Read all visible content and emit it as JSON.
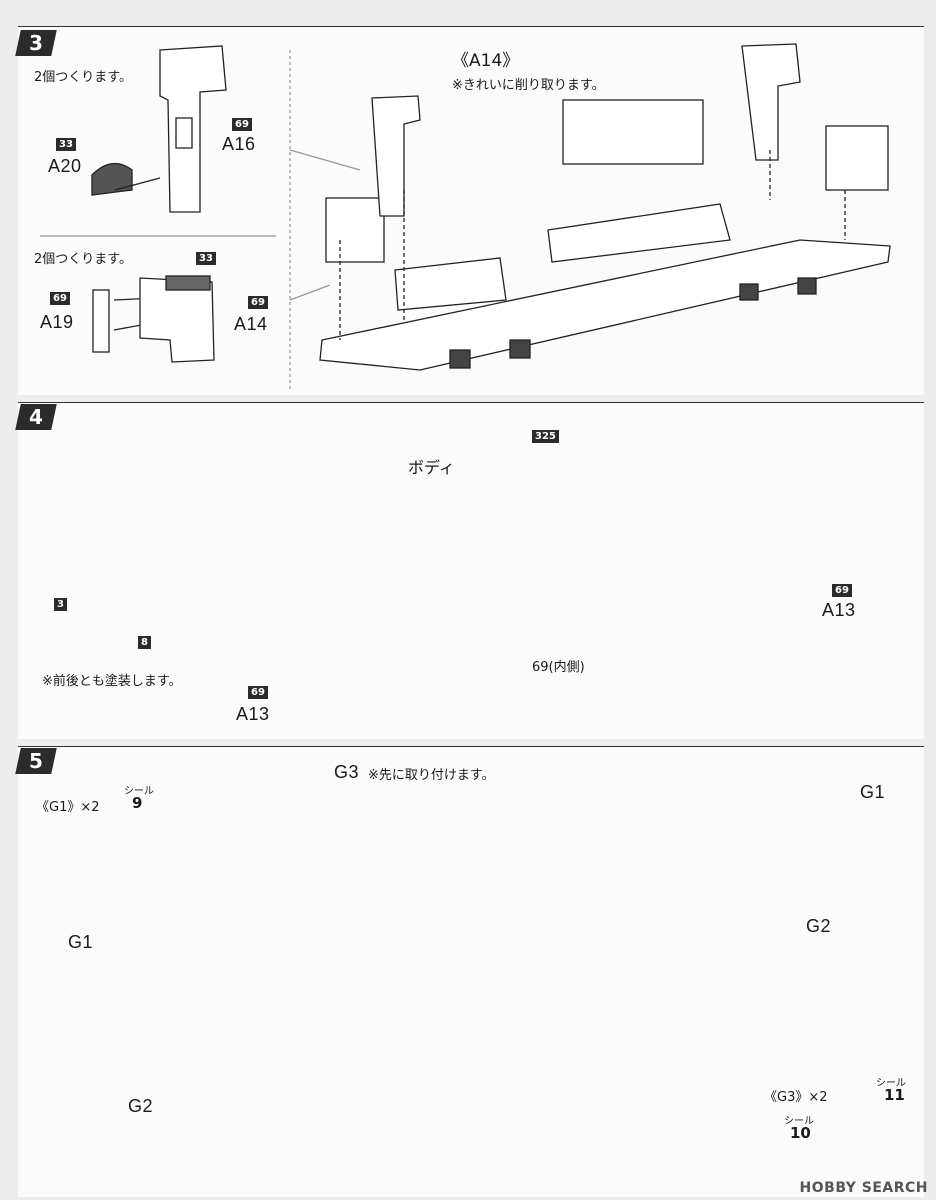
{
  "steps": [
    "3",
    "4",
    "5"
  ],
  "step3": {
    "note_a20": "2個つくります。",
    "note_a19": "2個つくります。",
    "title_a14": "《A14》",
    "note_a14": "※きれいに削り取ります。",
    "parts": [
      {
        "code": "A20",
        "paint": "33"
      },
      {
        "code": "A16",
        "paint": "69"
      },
      {
        "code": "A19",
        "paint": "69"
      },
      {
        "code": "A14",
        "paint": "69"
      }
    ],
    "paint_a14_detail": "33"
  },
  "step4": {
    "body_label": "ボディ",
    "body_paint": "325",
    "inner_label": "69(内側)",
    "note": "※前後とも塗装します。",
    "left_paints": [
      "3",
      "8"
    ],
    "parts": [
      {
        "code": "A13",
        "paint": "69"
      },
      {
        "code": "A13",
        "paint": "69"
      }
    ]
  },
  "step5": {
    "g3_label": "G3",
    "g3_note": "※先に取り付けます。",
    "g1_box_title": "《G1》×2",
    "sticker_word": "シール",
    "sticker_g1": "9",
    "g3_box_title": "《G3》×2",
    "sticker_g3_top": "11",
    "sticker_g3_left": "10",
    "labels": [
      "G1",
      "G1",
      "G2",
      "G2"
    ]
  },
  "watermark": "HOBBY SEARCH"
}
